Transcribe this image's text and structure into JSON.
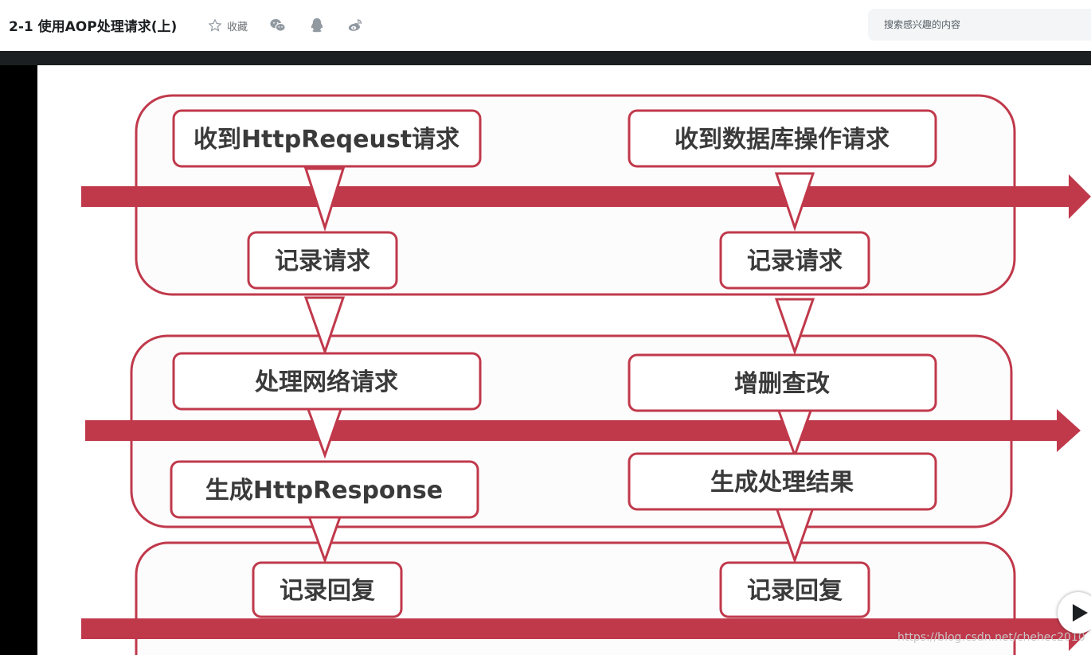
{
  "header": {
    "course_title": "2-1 使用AOP处理请求(上)",
    "favorite_label": "收藏",
    "share_icons": [
      "wechat-icon",
      "qq-icon",
      "weibo-icon"
    ],
    "search_placeholder": "搜索感兴趣的内容"
  },
  "slide": {
    "colors": {
      "accent": "#c0394b",
      "box_fill": "#ffffff",
      "group_fill": "#fdfcfd",
      "text": "#3a3a3a"
    },
    "top_group": {
      "left_receive": "收到HttpReqeust请求",
      "right_receive": "收到数据库操作请求",
      "left_log": "记录请求",
      "right_log": "记录请求"
    },
    "middle_group": {
      "left_process": "处理网络请求",
      "right_process": "增删查改",
      "left_result": "生成HttpResponse",
      "right_result": "生成处理结果"
    },
    "bottom_group": {
      "left_log": "记录回复",
      "right_log": "记录回复"
    }
  },
  "player": {
    "watermark": "https://blog.csdn.net/chehec2010"
  }
}
